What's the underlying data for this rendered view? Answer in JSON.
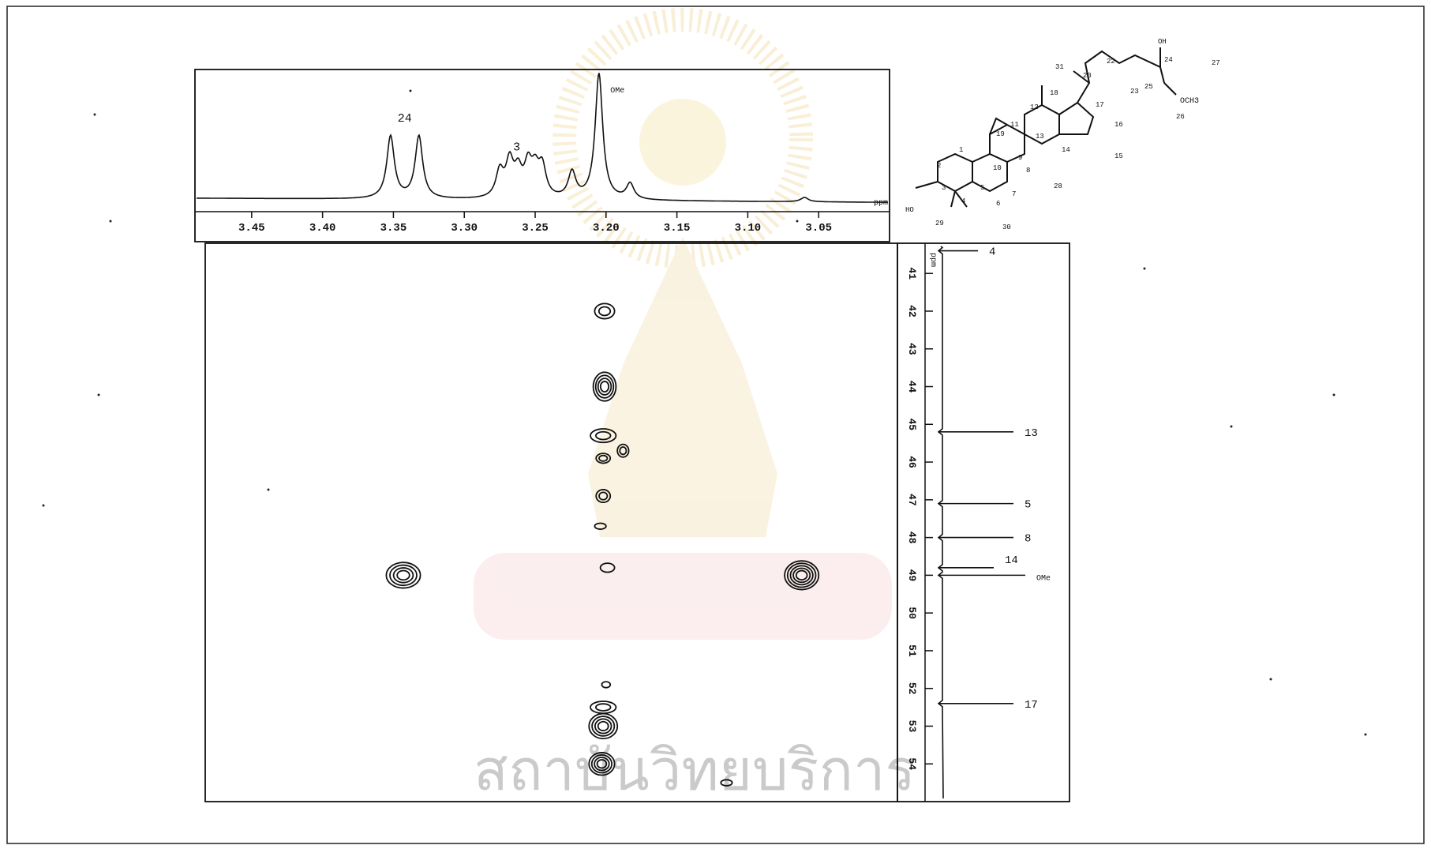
{
  "chart_data": [
    {
      "type": "line",
      "panel": "1H projection spectrum",
      "x_ticks": [
        3.45,
        3.4,
        3.35,
        3.3,
        3.25,
        3.2,
        3.15,
        3.1,
        3.05
      ],
      "x_tick_labels": [
        "3.45",
        "3.40",
        "3.35",
        "3.30",
        "3.25",
        "3.20",
        "3.15",
        "3.10",
        "3.05"
      ],
      "xlim": [
        3.49,
        3.0
      ],
      "unit_label": "ppm",
      "peaks": [
        {
          "ppm": 3.352,
          "height": 0.72
        },
        {
          "ppm": 3.332,
          "height": 0.72
        },
        {
          "ppm": 3.275,
          "height": 0.3
        },
        {
          "ppm": 3.268,
          "height": 0.4
        },
        {
          "ppm": 3.262,
          "height": 0.28
        },
        {
          "ppm": 3.255,
          "height": 0.35
        },
        {
          "ppm": 3.25,
          "height": 0.28
        },
        {
          "ppm": 3.245,
          "height": 0.34
        },
        {
          "ppm": 3.224,
          "height": 0.3
        },
        {
          "ppm": 3.205,
          "height": 1.45
        },
        {
          "ppm": 3.183,
          "height": 0.18
        },
        {
          "ppm": 3.06,
          "height": 0.05
        }
      ],
      "annotations": [
        {
          "label": "24",
          "ppm": 3.342,
          "height": 0.88
        },
        {
          "label": "3",
          "ppm": 3.263,
          "height": 0.55
        },
        {
          "label": "OMe",
          "ppm": 3.197,
          "height": 1.22
        }
      ]
    },
    {
      "type": "scatter",
      "panel": "2D HSQC contour plot",
      "xlim": [
        3.49,
        3.0
      ],
      "ylim": [
        40.2,
        55.0
      ],
      "cross_peaks": [
        {
          "x": 3.201,
          "y": 42.0,
          "rx": 0.007,
          "ry": 0.2
        },
        {
          "x": 3.201,
          "y": 44.0,
          "rx": 0.008,
          "ry": 0.38
        },
        {
          "x": 3.202,
          "y": 45.3,
          "rx": 0.009,
          "ry": 0.18
        },
        {
          "x": 3.188,
          "y": 45.7,
          "rx": 0.004,
          "ry": 0.17
        },
        {
          "x": 3.202,
          "y": 45.9,
          "rx": 0.005,
          "ry": 0.13
        },
        {
          "x": 3.202,
          "y": 46.9,
          "rx": 0.005,
          "ry": 0.17
        },
        {
          "x": 3.204,
          "y": 47.7,
          "rx": 0.004,
          "ry": 0.08
        },
        {
          "x": 3.199,
          "y": 48.8,
          "rx": 0.005,
          "ry": 0.12
        },
        {
          "x": 3.343,
          "y": 49.0,
          "rx": 0.012,
          "ry": 0.34
        },
        {
          "x": 3.062,
          "y": 49.0,
          "rx": 0.012,
          "ry": 0.38
        },
        {
          "x": 3.2,
          "y": 51.9,
          "rx": 0.003,
          "ry": 0.08
        },
        {
          "x": 3.202,
          "y": 52.5,
          "rx": 0.009,
          "ry": 0.16
        },
        {
          "x": 3.202,
          "y": 53.0,
          "rx": 0.01,
          "ry": 0.33
        },
        {
          "x": 3.203,
          "y": 54.0,
          "rx": 0.009,
          "ry": 0.3
        },
        {
          "x": 3.115,
          "y": 54.5,
          "rx": 0.004,
          "ry": 0.08
        }
      ]
    },
    {
      "type": "line",
      "panel": "13C projection spectrum",
      "y_ticks": [
        41,
        42,
        43,
        44,
        45,
        46,
        47,
        48,
        49,
        50,
        51,
        52,
        53,
        54
      ],
      "y_tick_labels": [
        "41",
        "42",
        "43",
        "44",
        "45",
        "46",
        "47",
        "48",
        "49",
        "50",
        "51",
        "52",
        "53",
        "54"
      ],
      "unit_label": "ppm",
      "peaks": [
        {
          "ppm": 40.4,
          "label": "4"
        },
        {
          "ppm": 45.2,
          "label": "13"
        },
        {
          "ppm": 47.1,
          "label": "5"
        },
        {
          "ppm": 48.0,
          "label": "8"
        },
        {
          "ppm": 48.8,
          "label": "14"
        },
        {
          "ppm": 49.0,
          "label": "OMe"
        },
        {
          "ppm": 52.4,
          "label": "17"
        }
      ]
    }
  ],
  "structure": {
    "atom_labels": [
      "HO",
      "OH",
      "OCH3",
      "31",
      "20",
      "22",
      "24",
      "27",
      "25",
      "23",
      "26",
      "18",
      "17",
      "12",
      "16",
      "11",
      "13",
      "19",
      "14",
      "15",
      "1",
      "9",
      "10",
      "8",
      "2",
      "3",
      "5",
      "6",
      "7",
      "4",
      "30",
      "28",
      "29"
    ]
  },
  "watermark": {
    "text": "สถาบันวิทยบริการ"
  }
}
